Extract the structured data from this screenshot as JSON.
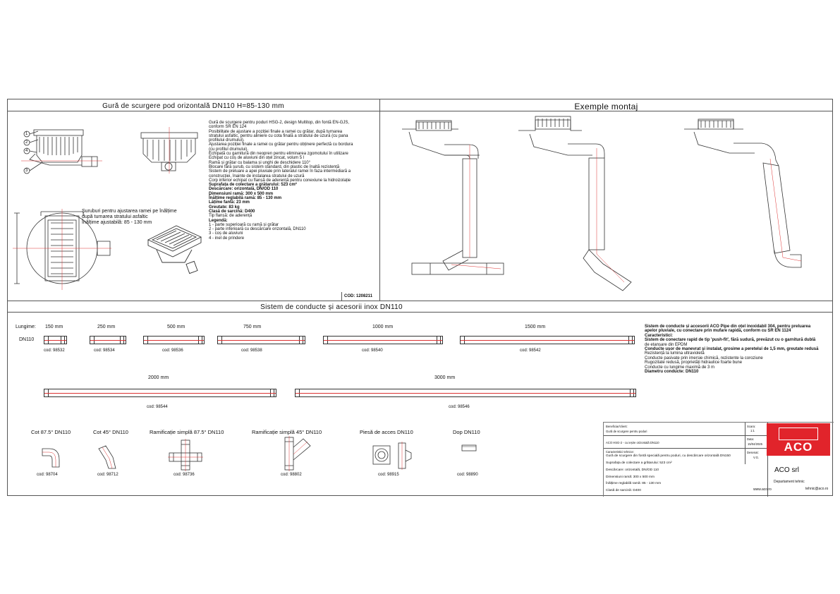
{
  "left_title": "Gură de scurgere pod orizontală DN110 H=85-130 mm",
  "right_title": "Exemple montaj",
  "section_title": "Sistem de conducte și acesorii inox DN110",
  "description_lines": [
    "Gură de scurgere pentru poduri HSG-2, design Multitop, din fontă EN-GJS,",
    "conform SR EN 124",
    "Posibilitate de ajustare a poziției finale a ramei cu grătar, după turnarea",
    "stratului asfaltic, pentru aliniere cu cota finală a stratului de uzură (cu pana",
    "profilului drumului).",
    "Ajustarea poziției finale a ramei cu grătar pentru obținere perfectă cu bordura",
    "(cu profilul drumului).",
    "Echipată cu garnitură din neopren pentru eliminarea zgomotului în utilizare",
    "Echipat cu coș de aluviuni din oțel zincat, volum 5 l",
    "Ramă și grătar cu balama și unghi de deschidere 110°",
    "Blocare fără șurub, cu sistem standard, din plastic de înaltă rezistență",
    "Sistem de preluare a apei pluviale prin lateralul ramei în faza intermediară a",
    "construcției, înainte de instalarea stratului de uzură",
    "Corp inferior echipat cu flanșă de aderență pentru conexiune la hidroizolație",
    "Suprafața de colectare a grătarului: 523 cm²",
    "Descărcare: orizontală, DN/OD 110",
    "Dimensiuni ramă: 300 x 500 mm",
    "Înălțime reglabilă ramă: 85 - 130 mm",
    "Lățime fantă: 23 mm",
    "Greutate: 83 kg",
    "Clasă de sarcină: D400",
    "Tip flanșă: de aderență",
    "Legendă:",
    "1 - parte superioară cu ramă și grătar",
    "2 - parte inferioară cu descărcare orizontală, DN110",
    "3 - coș de aluviuni",
    "4 - inel de prindere"
  ],
  "callouts": [
    "1",
    "2",
    "4",
    "3"
  ],
  "adjust_note": [
    "Șuruburi pentru ajustarea ramei pe înălțime",
    "după turnarea stratului asfaltic",
    "Înălțime ajustabilă: 85 - 130 mm"
  ],
  "main_code": "COD: 1208211",
  "lungime_label": "Lungime:",
  "dn_label": "DN110",
  "pipes": [
    {
      "length": "150 mm",
      "code": "cod: 98532"
    },
    {
      "length": "250 mm",
      "code": "cod: 98534"
    },
    {
      "length": "500 mm",
      "code": "cod: 98536"
    },
    {
      "length": "750 mm",
      "code": "cod: 98538"
    },
    {
      "length": "1000 mm",
      "code": "cod: 98540"
    },
    {
      "length": "1500 mm",
      "code": "cod: 98542"
    },
    {
      "length": "2000 mm",
      "code": "cod: 98544"
    },
    {
      "length": "3000 mm",
      "code": "cod: 98546"
    }
  ],
  "accessories": [
    {
      "title": "Cot 87.5° DN110",
      "code": "cod: 98704"
    },
    {
      "title": "Cot 45° DN110",
      "code": "cod: 98712"
    },
    {
      "title": "Ramificație simplă 87.5° DN110",
      "code": "cod: 98736"
    },
    {
      "title": "Ramificație simplă 45° DN110",
      "code": "cod: 98802"
    },
    {
      "title": "Piesă de acces DN110",
      "code": "cod: 98915"
    },
    {
      "title": "Dop DN110",
      "code": "cod: 98890"
    }
  ],
  "system_lines": [
    "Sistem de conducte și accesorii ACO Pipe din oțel inoxidabil 304, pentru preluarea",
    "apelor pluviale, cu conectare prin mufare rapidă, conform cu SR EN 1124",
    "Caracteristici:",
    "Sistem de conectare rapid de tip 'push-fit', fără sudură, prevăzut cu o garnitură dublă",
    "de etanșare din EPDM",
    "Conducte ușor de manevrat și instalat, grosime a peretelui de 1,5 mm, greutate redusă",
    "Rezistență la lumina ultravioletă",
    "Conducte pasivate prin imersie chimică, rezistente la coroziune",
    "Rugozitate redusă, proprietăți hidraulice foarte bune",
    "Conducte cu lungime maximă de 3 m",
    "Diametru conducte: DN110"
  ],
  "titleblock": {
    "beneficiar_label": "Beneficiar/client:",
    "beneficiar_value": "Gură de scurgere pentru poduri",
    "scara_label": "Scara:",
    "scara_value": "1:1",
    "produs_label": "ACO HSG-2 - cu ieșire orizontală DN110",
    "data_label": "Data:",
    "data_value": "15/04/2025",
    "caract_label": "Caracteristici tehnice:",
    "caract_lines": [
      "Gură de scurgere din fontă specială pentru poduri, cu descărcare orizontală DN150",
      "Suprafața de colectare a grătarului: 523 cm²",
      "Descărcare: orizontală, DN/OD 110",
      "Dimensiuni ramă: 300 x 500 mm",
      "Înălțime reglabilă ramă: 85 - 130 mm",
      "Clasă de sarcină: D400"
    ],
    "desenat_label": "Desenat:",
    "desenat_value": "V.G.",
    "company": "ACO srl",
    "dept": "Departament tehnic",
    "web": "www.aco.ro",
    "email": "tehnic@aco.ro",
    "logo_text": "ACO"
  },
  "colors": {
    "accent_red": "#e1242b",
    "line": "#333333",
    "centerline": "#dd3333"
  }
}
